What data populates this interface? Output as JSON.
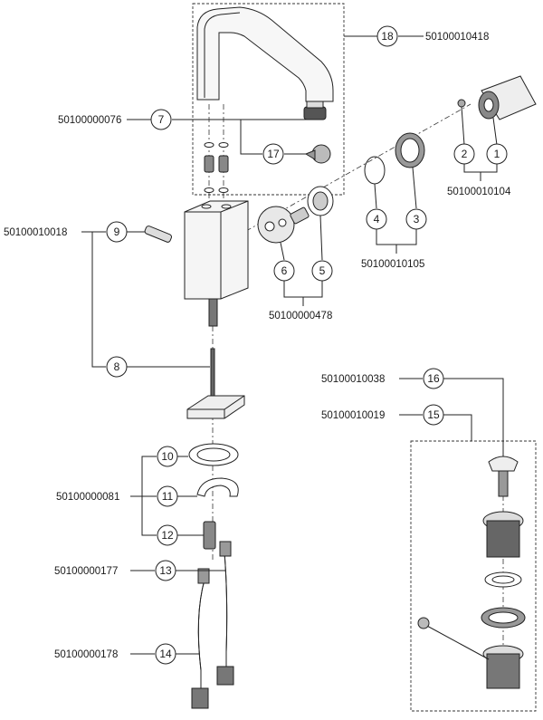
{
  "callouts": {
    "c1": "1",
    "c2": "2",
    "c3": "3",
    "c4": "4",
    "c5": "5",
    "c6": "6",
    "c7": "7",
    "c8": "8",
    "c9": "9",
    "c10": "10",
    "c11": "11",
    "c12": "12",
    "c13": "13",
    "c14": "14",
    "c15": "15",
    "c16": "16",
    "c17": "17",
    "c18": "18"
  },
  "part_numbers": {
    "spout": "50100010418",
    "mixer_o_ring": "50100000076",
    "aerator_set": "50100010104",
    "handle_set": "50100010105",
    "cartridge_set": "50100000478",
    "body": "50100010018",
    "fixing_set": "50100000081",
    "connection_hoses": "50100000177",
    "flexible_hose": "50100000178",
    "drain_plug": "50100010038",
    "waste_set": "50100010019"
  }
}
